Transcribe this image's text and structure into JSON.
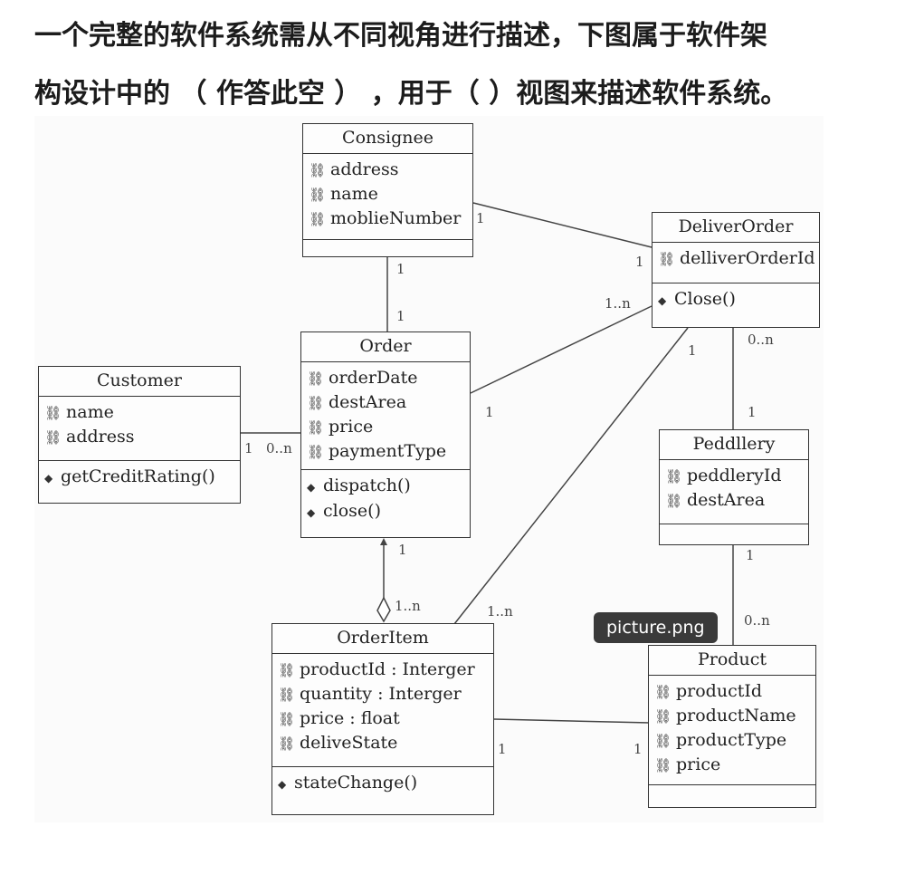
{
  "question": {
    "line1": "一个完整的软件系统需从不同视角进行描述，下图属于软件架",
    "line2": "构设计中的 （ 作答此空 ） ，用于（ ）视图来描述软件系统。"
  },
  "classes": {
    "consignee": {
      "name": "Consignee",
      "attrs": [
        "address",
        "name",
        "moblieNumber"
      ],
      "ops": []
    },
    "deliverorder": {
      "name": "DeliverOrder",
      "attrs": [
        "delliverOrderId"
      ],
      "ops": [
        "Close()"
      ]
    },
    "order": {
      "name": "Order",
      "attrs": [
        "orderDate",
        "destArea",
        "price",
        "paymentType"
      ],
      "ops": [
        "dispatch()",
        "close()"
      ]
    },
    "customer": {
      "name": "Customer",
      "attrs": [
        "name",
        "address"
      ],
      "ops": [
        "getCreditRating()"
      ]
    },
    "peddllery": {
      "name": "Peddllery",
      "attrs": [
        "peddleryId",
        "destArea"
      ],
      "ops": []
    },
    "orderitem": {
      "name": "OrderItem",
      "attrs": [
        "productId : Interger",
        "quantity : Interger",
        "price : float",
        "deliveState"
      ],
      "ops": [
        "stateChange()"
      ]
    },
    "product": {
      "name": "Product",
      "attrs": [
        "productId",
        "productName",
        "productType",
        "price"
      ],
      "ops": []
    }
  },
  "multiplicities": {
    "consignee_deliver_1": "1",
    "consignee_deliver_2": "1",
    "consignee_order_top": "1",
    "consignee_order_bottom": "1",
    "order_deliver_1n": "1..n",
    "order_deliver_1": "1",
    "customer_order_1": "1",
    "customer_order_0n": "0..n",
    "deliver_orderitem_1": "1",
    "orderitem_deliver_1n": "1..n",
    "deliver_peddllery_0n": "0..n",
    "deliver_peddllery_1": "1",
    "order_orderitem_1": "1",
    "order_orderitem_1n": "1..n",
    "peddllery_product_1": "1",
    "peddllery_product_0n": "0..n",
    "orderitem_product_1a": "1",
    "orderitem_product_1b": "1"
  },
  "tooltip": "picture.png",
  "icons": {
    "attribute": "attribute-icon",
    "operation": "operation-icon"
  }
}
